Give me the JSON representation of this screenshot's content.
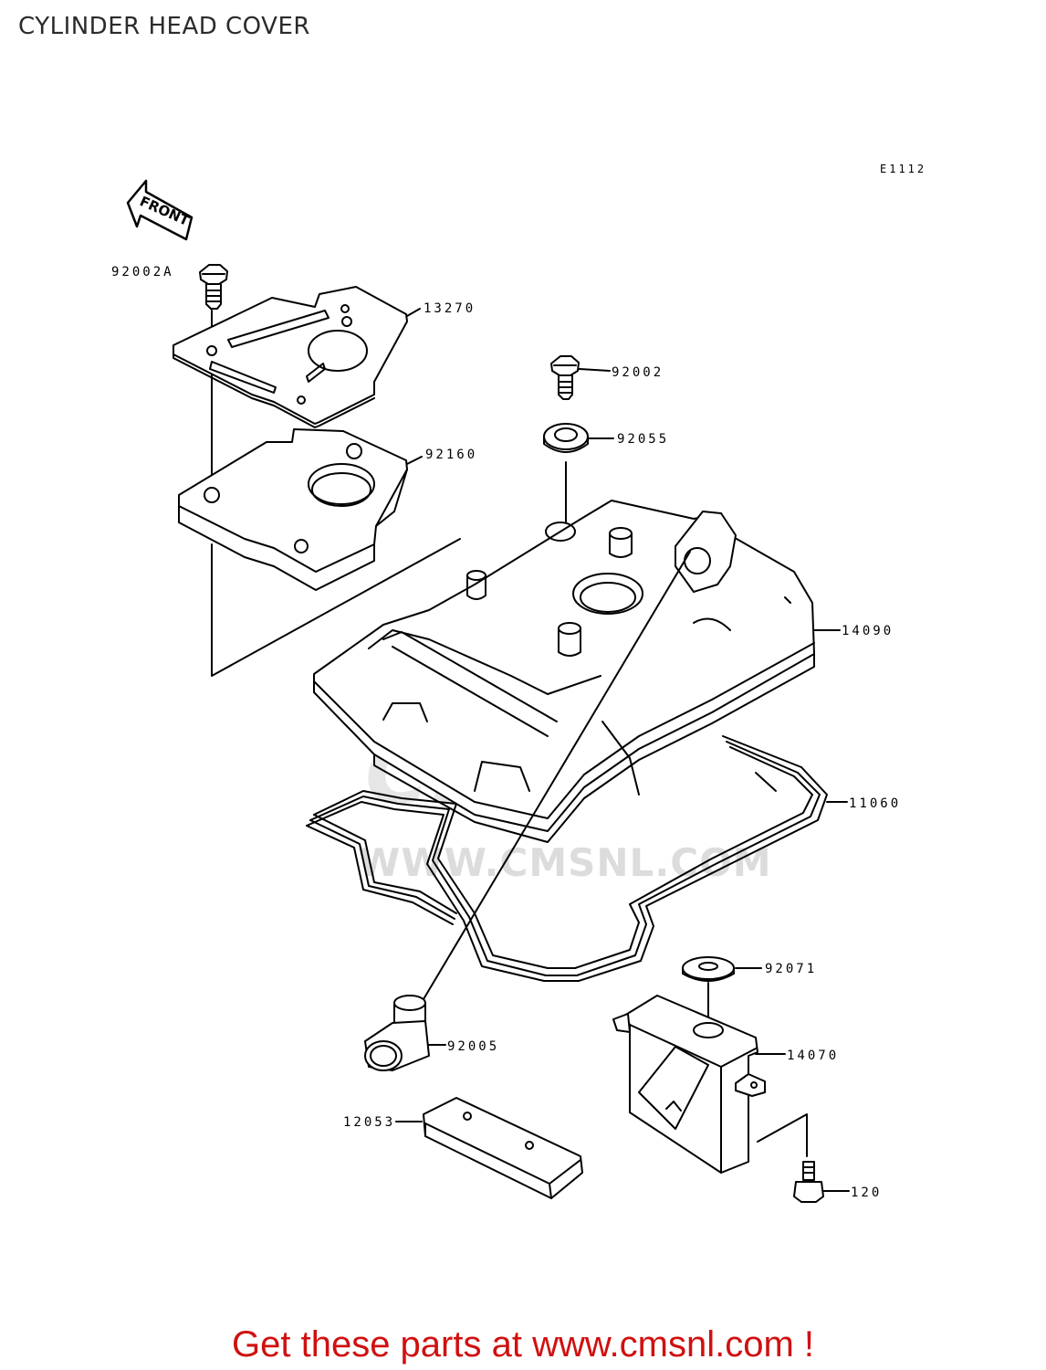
{
  "title": "CYLINDER HEAD COVER",
  "diagram_code": "E1112",
  "front_marker": "FRONT",
  "watermark": {
    "logo_text": "CMS",
    "url": "WWW.CMSNL.COM"
  },
  "footer": "Get these parts at www.cmsnl.com !",
  "parts": [
    {
      "id": "p-92002A",
      "number": "92002A"
    },
    {
      "id": "p-13270",
      "number": "13270"
    },
    {
      "id": "p-92160",
      "number": "92160"
    },
    {
      "id": "p-92002",
      "number": "92002"
    },
    {
      "id": "p-92055",
      "number": "92055"
    },
    {
      "id": "p-14090",
      "number": "14090"
    },
    {
      "id": "p-11060",
      "number": "11060"
    },
    {
      "id": "p-92071",
      "number": "92071"
    },
    {
      "id": "p-14070",
      "number": "14070"
    },
    {
      "id": "p-92005",
      "number": "92005"
    },
    {
      "id": "p-12053",
      "number": "12053"
    },
    {
      "id": "p-120",
      "number": "120"
    }
  ]
}
